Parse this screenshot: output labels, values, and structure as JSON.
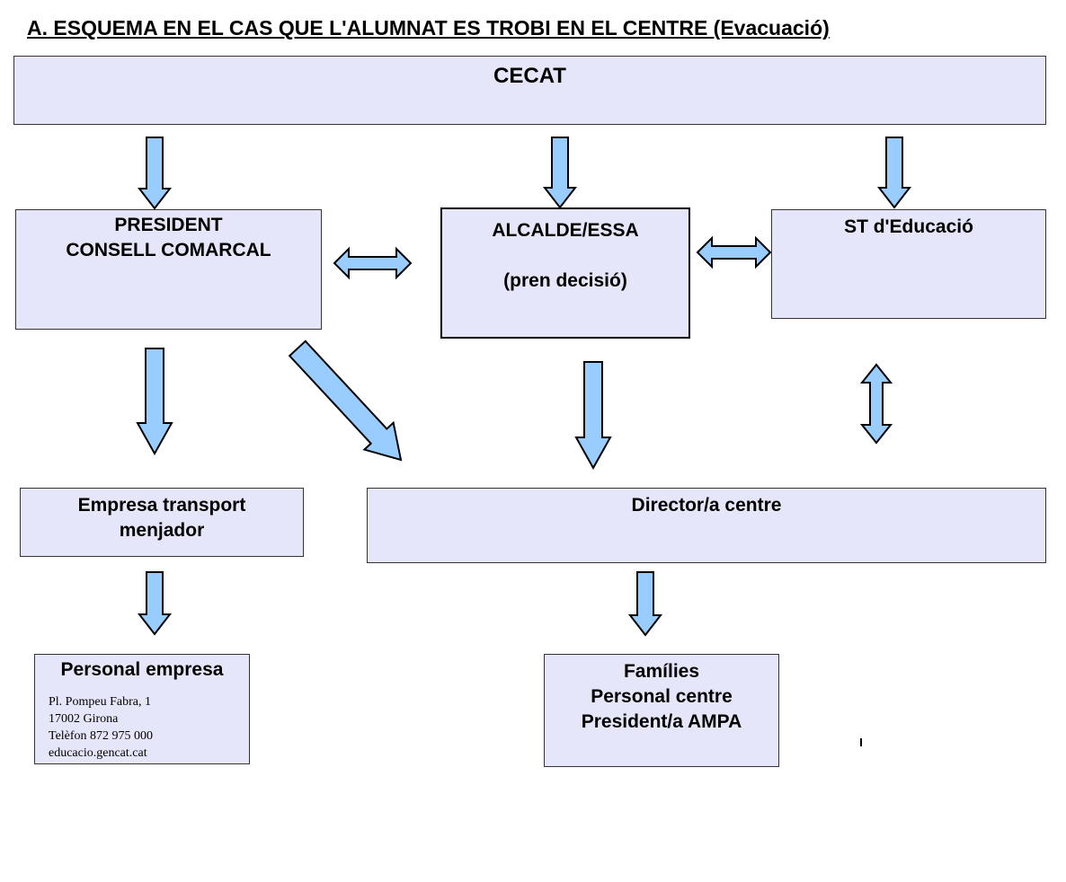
{
  "title": "A. ESQUEMA EN EL CAS QUE L'ALUMNAT ES TROBI EN EL CENTRE (Evacuació)",
  "boxes": {
    "cecat": [
      "CECAT"
    ],
    "president": [
      "PRESIDENT",
      "CONSELL COMARCAL"
    ],
    "alcalde": [
      "ALCALDE/ESSA",
      "",
      "(pren decisió)"
    ],
    "st": [
      "ST d'Educació"
    ],
    "empresa": [
      "Empresa transport",
      "menjador"
    ],
    "director": [
      "Director/a centre"
    ],
    "personal": [
      "Personal empresa"
    ],
    "families": [
      "Famílies",
      "Personal centre",
      "President/a AMPA"
    ]
  },
  "footer": [
    "Pl. Pompeu Fabra, 1",
    "17002 Girona",
    "Telèfon 872 975 000",
    "educacio.gencat.cat"
  ],
  "colors": {
    "box_fill": "#e6e6fa",
    "arrow_fill": "#99ccff",
    "stroke": "#000000"
  }
}
